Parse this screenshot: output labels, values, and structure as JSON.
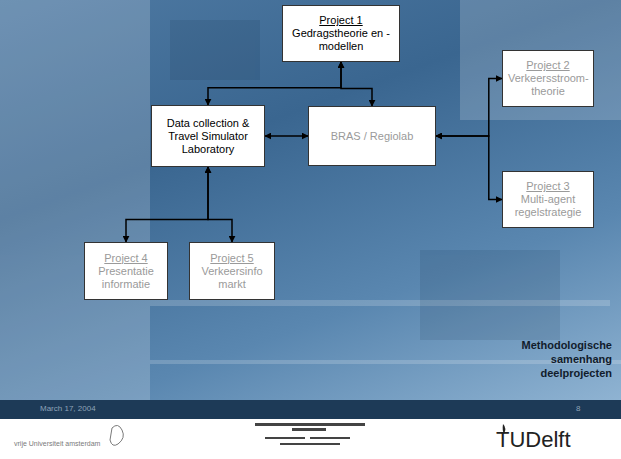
{
  "diagram": {
    "nodes": [
      {
        "text": [
          "Project 1",
          "Gedragstheorie en -modellen"
        ]
      },
      {
        "text": [
          "Data collection & Travel Simulator Laboratory"
        ]
      },
      {
        "text": [
          "BRAS / Regiolab"
        ]
      },
      {
        "text": [
          "Project 2",
          "Verkeersstroom- theorie"
        ]
      },
      {
        "text": [
          "Project 3",
          "Multi-agent regelstrategie"
        ]
      },
      {
        "text": [
          "Project 4",
          "Presentatie informatie"
        ]
      },
      {
        "text": [
          "Project 5",
          "Verkeersinfo markt"
        ]
      }
    ],
    "edges": [
      {
        "from": 1,
        "to": 0,
        "arrow": "both"
      },
      {
        "from": 2,
        "to": 0,
        "arrow": "both"
      },
      {
        "from": 1,
        "to": 2,
        "arrow": "both"
      },
      {
        "from": 2,
        "to": 3,
        "arrow": "both"
      },
      {
        "from": 2,
        "to": 4,
        "arrow": "both"
      },
      {
        "from": 1,
        "to": 5,
        "arrow": "both"
      },
      {
        "from": 1,
        "to": 6,
        "arrow": "both"
      }
    ],
    "labels": [
      "Methodologische samenhang deelprojecten",
      "March 17, 2004",
      "8",
      "vrije Universiteit amsterdam",
      "TUDelft"
    ]
  }
}
